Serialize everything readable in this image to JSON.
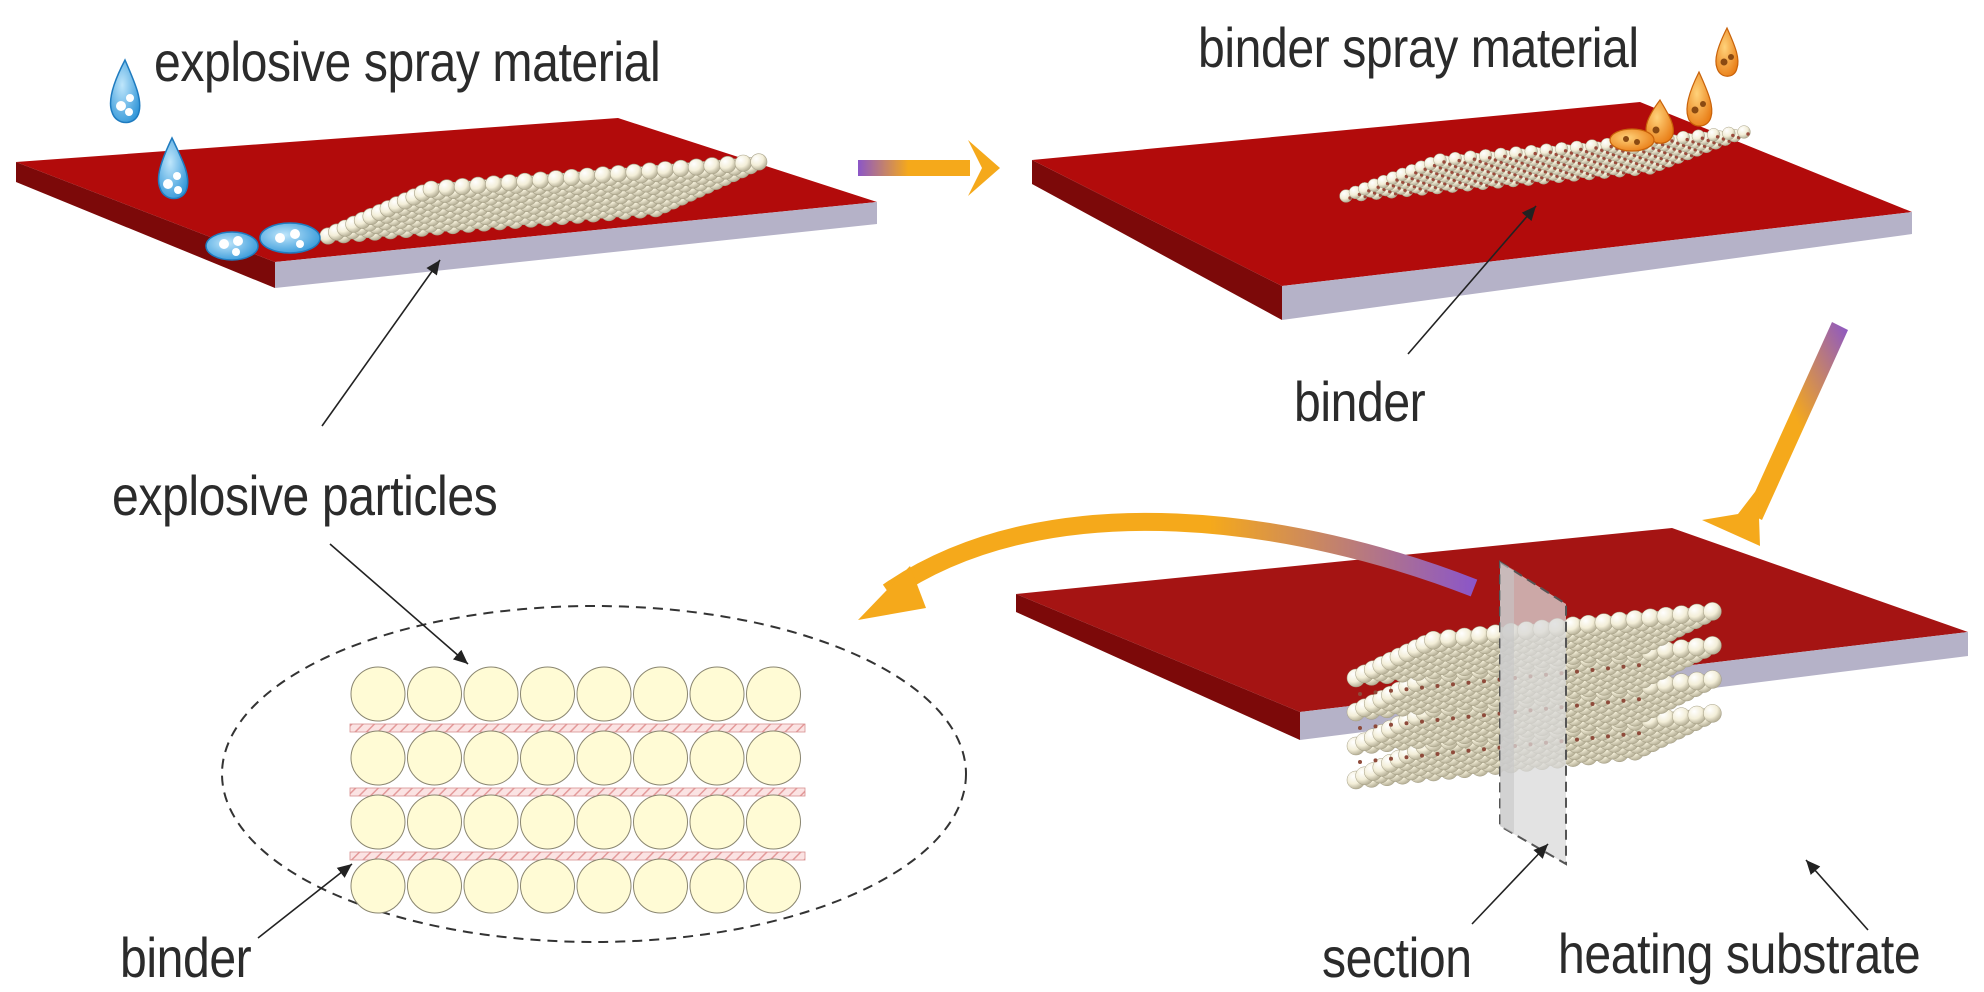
{
  "labels": {
    "explosive_spray_material": "explosive spray material",
    "binder_spray_material": "binder spray material",
    "binder_top": "binder",
    "explosive_particles": "explosive particles",
    "binder_bottom": "binder",
    "section": "section",
    "heating_substrate": "heating substrate"
  },
  "colors": {
    "substrate_top": "#b20b0b",
    "substrate_side": "#7c0909",
    "substrate_edge": "#b5b2c8",
    "particle_fill": "#f5f2dc",
    "section_particle": "#fffbd5",
    "binder_hatch": "#e9a0a0",
    "explosive_drop": "#3fa9e6",
    "binder_drop": "#f39a1f",
    "arrow_orange": "#f5a91b",
    "arrow_purple": "#8b56c8",
    "label_text": "#2b2b2b"
  },
  "icons": {
    "explosive_drop": "blue-droplet-icon",
    "binder_drop": "orange-droplet-icon",
    "flow_arrow": "gradient-arrow-icon"
  },
  "section_grid": {
    "rows": 4,
    "cols": 8
  }
}
